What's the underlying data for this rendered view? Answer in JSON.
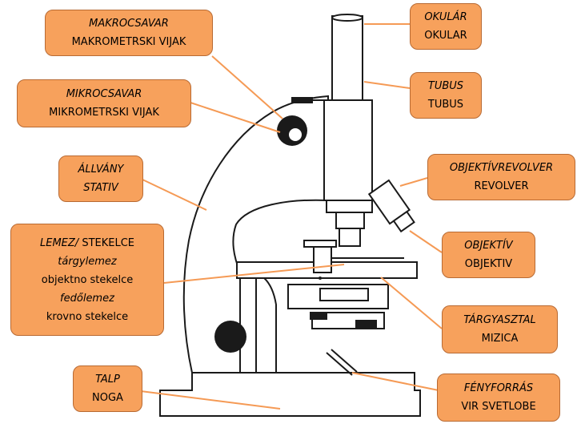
{
  "colors": {
    "label_fill": "#f7a15c",
    "label_border": "#b86a33",
    "leader": "#f59a55",
    "ink": "#1a1a1a"
  },
  "labels": {
    "macro": {
      "hu": "MAKROCSAVAR",
      "sr": "MAKROMETRSKI VIJAK"
    },
    "micro": {
      "hu": "MIKROCSAVAR",
      "sr": "MIKROMETRSKI VIJAK"
    },
    "stand": {
      "hu": "ÁLLVÁNY",
      "sr": "STATIV"
    },
    "slide": {
      "title_hu": "LEMEZ/",
      "title_sr": "STEKELCE",
      "line2": "tárgylemez",
      "line3": "objektno stekelce",
      "line4": "fedőlemez",
      "line5": "krovno stekelce"
    },
    "foot": {
      "hu": "TALP",
      "sr": "NOGA"
    },
    "eyepiece": {
      "hu": "OKULÁR",
      "sr": "OKULAR"
    },
    "tube": {
      "hu": "TUBUS",
      "sr": "TUBUS"
    },
    "revolver": {
      "hu": "OBJEKTÍVREVOLVER",
      "sr": "REVOLVER"
    },
    "objective": {
      "hu": "OBJEKTÍV",
      "sr": "OBJEKTIV"
    },
    "stage": {
      "hu": "TÁRGYASZTAL",
      "sr": "MIZICA"
    },
    "light": {
      "hu": "FÉNYFORRÁS",
      "sr": "VIR SVETLOBE"
    }
  }
}
